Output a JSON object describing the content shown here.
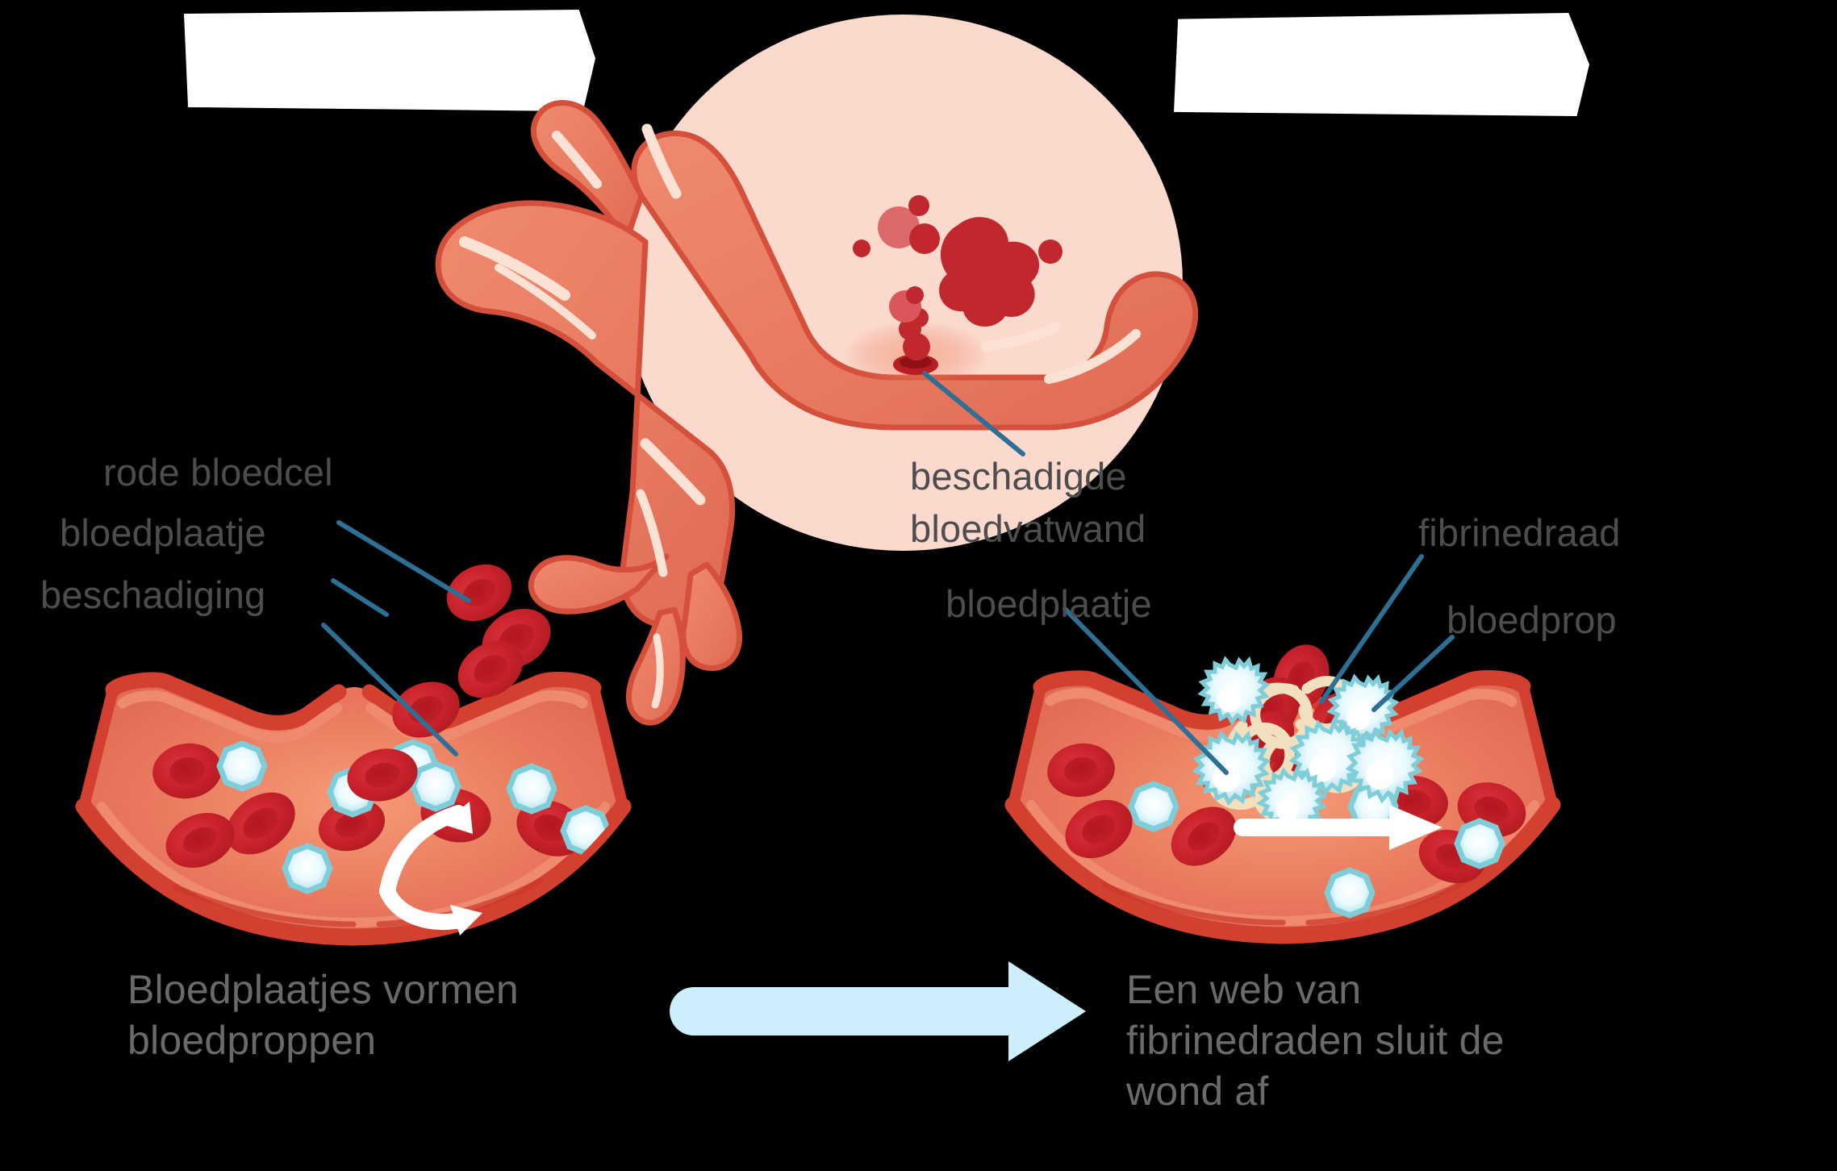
{
  "diagram": {
    "title_banners": [
      {
        "name": "left-banner",
        "text": ""
      },
      {
        "name": "right-banner",
        "text": ""
      }
    ],
    "center_circle": {
      "labels": [
        {
          "id": "damaged-vessel-wall",
          "line1": "beschadigde",
          "line2": "bloedvatwand"
        }
      ]
    },
    "left_panel": {
      "labels": [
        {
          "id": "red-blood-cell",
          "text": "rode bloedcel"
        },
        {
          "id": "platelet",
          "text": "bloedplaatje"
        },
        {
          "id": "damage",
          "text": "beschadiging"
        }
      ],
      "caption_line1": "Bloedplaatjes vormen",
      "caption_line2": "bloedproppen"
    },
    "middle_label": {
      "id": "platelet-middle",
      "text": "bloedplaatje"
    },
    "right_panel": {
      "labels": [
        {
          "id": "fibrin-thread",
          "text": "fibrinedraad"
        },
        {
          "id": "blood-clot",
          "text": "bloedprop"
        }
      ],
      "caption_line1": "Een web van",
      "caption_line2": "fibrinedraden sluit de",
      "caption_line3": "wond af"
    },
    "colors": {
      "background": "#000000",
      "circle_fill": "#fbd9cd",
      "vessel_body": "#e8705b",
      "vessel_wall": "#d4402f",
      "vessel_wall_light": "#e96f55",
      "red_blood_cell": "#cc2128",
      "red_blood_cell_center": "#b01b22",
      "platelet": "#9fdce4",
      "platelet_center": "#ffffff",
      "fibrin": "#f0e0c0",
      "blood_droplet": "#c0282d",
      "leader_line": "#2e7095",
      "label_text": "#4d4d4d",
      "caption_text": "#6a6a6a",
      "big_arrow": "#cdeefb",
      "flow_arrow": "#ffffff",
      "banner": "#ffffff"
    },
    "icons": {
      "big_arrow": "right-arrow-icon",
      "left_flow_arrow": "curved-flow-arrow-icon",
      "right_flow_arrow": "straight-flow-arrow-icon"
    }
  }
}
